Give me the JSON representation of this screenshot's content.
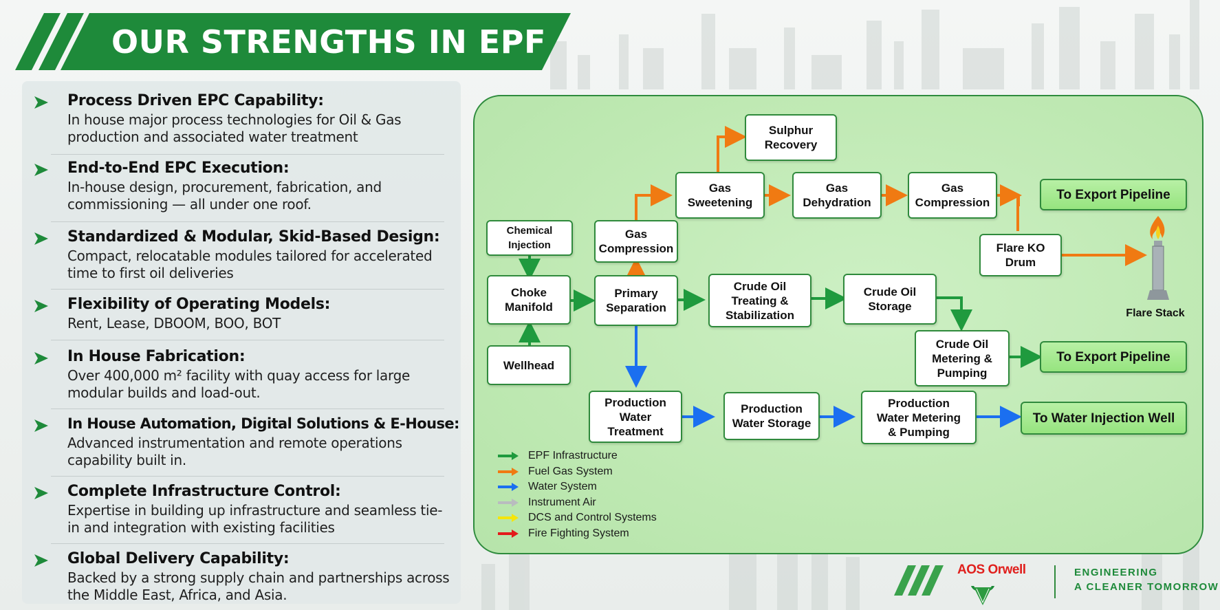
{
  "header": {
    "title": "OUR STRENGTHS IN EPF"
  },
  "strengths": [
    {
      "title": "Process Driven EPC Capability:",
      "desc": "In house major process technologies for Oil & Gas production and associated water treatment"
    },
    {
      "title": "End-to-End EPC Execution:",
      "desc": "In-house design, procurement, fabrication, and commissioning — all under one roof."
    },
    {
      "title": "Standardized & Modular, Skid-Based Design:",
      "desc": "Compact, relocatable modules tailored for accelerated time to first oil deliveries"
    },
    {
      "title": "Flexibility of Operating Models:",
      "desc": "Rent, Lease, DBOOM, BOO, BOT"
    },
    {
      "title": "In House Fabrication:",
      "desc": "Over 400,000 m² facility with quay access for large modular builds and load-out."
    },
    {
      "title": "In House Automation, Digital Solutions & E-House:",
      "desc": "Advanced instrumentation and remote operations capability built in."
    },
    {
      "title": "Complete Infrastructure Control:",
      "desc": "Expertise in building up infrastructure and seamless tie-in and integration with existing facilities"
    },
    {
      "title": "Global Delivery Capability:",
      "desc": "Backed by a strong supply chain and partnerships across the Middle East, Africa, and Asia."
    }
  ],
  "diagram": {
    "nodes": {
      "chemical_injection": "Chemical Injection",
      "choke_manifold": "Choke\nManifold",
      "wellhead": "Wellhead",
      "gas_compression_1": "Gas\nCompression",
      "primary_separation": "Primary\nSeparation",
      "sulphur_recovery": "Sulphur\nRecovery",
      "gas_sweetening": "Gas\nSweetening",
      "gas_dehydration": "Gas\nDehydration",
      "gas_compression_2": "Gas\nCompression",
      "export_pipeline_1": "To Export Pipeline",
      "flare_ko_drum": "Flare KO\nDrum",
      "crude_oil_treating": "Crude Oil\nTreating &\nStabilization",
      "crude_oil_storage": "Crude Oil\nStorage",
      "crude_oil_metering": "Crude Oil\nMetering &\nPumping",
      "export_pipeline_2": "To Export Pipeline",
      "production_water_treatment": "Production\nWater\nTreatment",
      "production_water_storage": "Production\nWater Storage",
      "production_water_metering": "Production\nWater Metering\n& Pumping",
      "water_injection_well": "To Water Injection Well",
      "flare_stack": "Flare Stack"
    },
    "legend": [
      {
        "label": "EPF Infrastructure",
        "color": "#1f9a3e"
      },
      {
        "label": "Fuel Gas System",
        "color": "#f07a12"
      },
      {
        "label": "Water System",
        "color": "#1b6ff0"
      },
      {
        "label": "Instrument Air",
        "color": "#b9bcbf"
      },
      {
        "label": "DCS and Control Systems",
        "color": "#f5e50a"
      },
      {
        "label": "Fire Fighting System",
        "color": "#e31b1b"
      }
    ]
  },
  "brand": {
    "name": "AOS Orwell",
    "tagline_1": "ENGINEERING",
    "tagline_2": "A CLEANER TOMORROW"
  },
  "colors": {
    "primary_green": "#1e8a3a",
    "fuel_gas": "#f07a12",
    "water": "#1b6ff0"
  }
}
